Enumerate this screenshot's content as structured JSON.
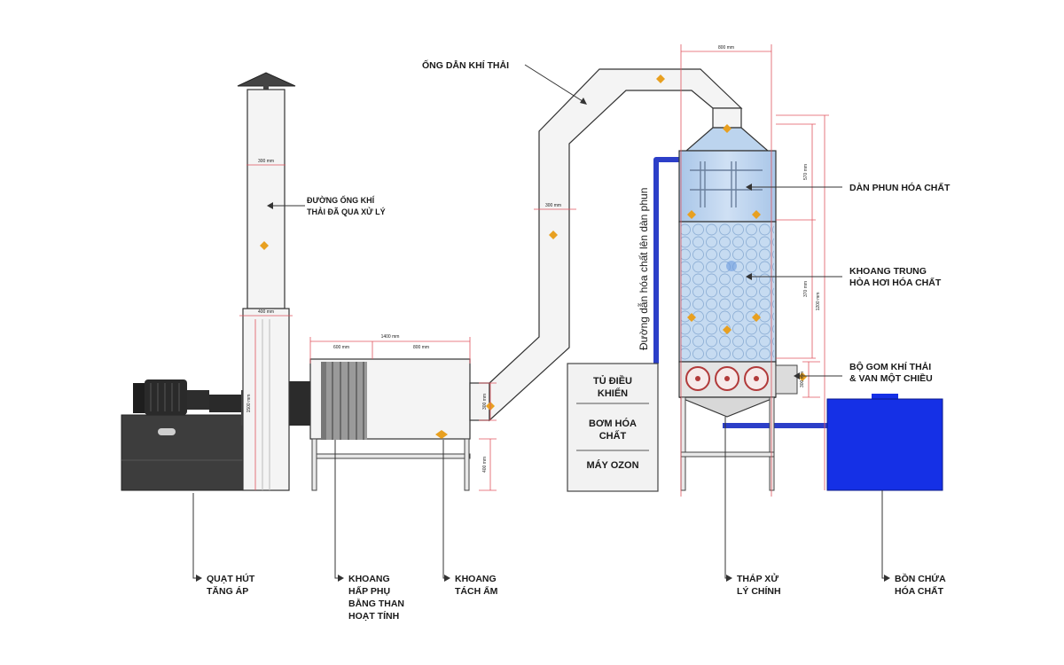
{
  "labels": {
    "exhaust_duct": "ỐNG DẪN KHÍ THẢI",
    "treated_duct": [
      "ĐƯỜNG ỐNG KHÍ",
      "THẢI ĐÃ QUA XỬ LÝ"
    ],
    "spray_header": "DÀN PHUN HÓA CHẤT",
    "neutralization": [
      "KHOANG TRUNG",
      "HÒA HƠI HÓA CHẤT"
    ],
    "collector": [
      "BỘ GOM KHÍ THẢI",
      "& VAN MỘT CHIỀU"
    ],
    "chem_line": "Đường dẫn hóa chất lên dàn phun",
    "fan": [
      "QUẠT HÚT",
      "TĂNG ÁP"
    ],
    "carbon": [
      "KHOANG",
      "HẤP PHỤ",
      "BẰNG THAN",
      "HOẠT TÍNH"
    ],
    "separator": [
      "KHOANG",
      "TÁCH ẨM"
    ],
    "tower": [
      "THÁP XỬ",
      "LÝ CHÍNH"
    ],
    "tank": [
      "BỒN CHỨA",
      "HÓA CHẤT"
    ]
  },
  "control_cabinet": {
    "title": [
      "TỦ ĐIỀU",
      "KHIỂN"
    ],
    "pump": [
      "BƠM HÓA",
      "CHẤT"
    ],
    "ozone": "MÁY OZON"
  },
  "dimensions": {
    "tower_width": "800 mm",
    "stack_width": "300 mm",
    "duct_width": "300 mm",
    "stack_base_width": "400 mm",
    "stack_height": "1500 mm",
    "chamber_length": "1400 mm",
    "carbon_length": "600 mm",
    "separator_length": "800 mm",
    "inlet": "300 mm",
    "leg": "400 mm",
    "spray_zone": "570 mm",
    "pack_zone": "370 mm",
    "tower_total": "1200 mm",
    "collector_h": "300 mm"
  },
  "colors": {
    "tower_fill": "#bcd4ee",
    "tank": "#1530e6",
    "pipe_blue": "#2c3fc8",
    "dimension": "#e0555f",
    "marker": "#e8a020",
    "fan_body": "#3b3b3b"
  },
  "icons": [
    "rain-cap-icon",
    "fan-motor-icon",
    "diamond-marker-icon",
    "spray-nozzle-icon",
    "fan-wheel-icon"
  ]
}
